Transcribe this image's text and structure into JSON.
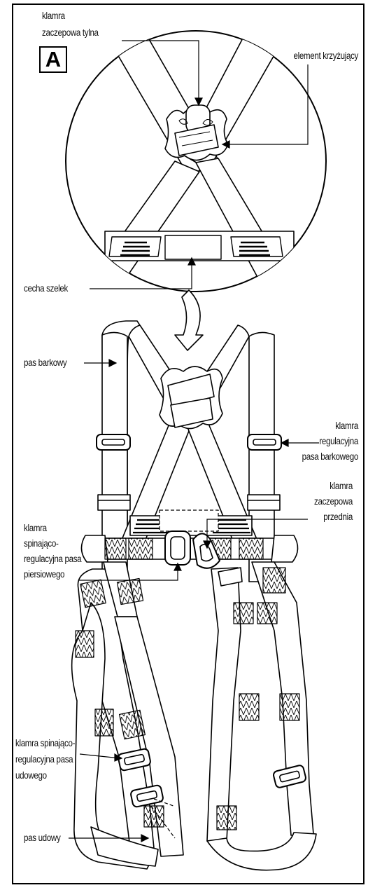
{
  "figure": {
    "badge": "A"
  },
  "labels": {
    "rear_buckle": {
      "line1": "klamra",
      "line2": "zaczepowa tylna"
    },
    "cross_element": {
      "line1": "element krzyżujący"
    },
    "harness_mark": {
      "line1": "cecha szelek"
    },
    "shoulder_strap": {
      "line1": "pas barkowy"
    },
    "shoulder_adjust_buckle": {
      "line1": "klamra",
      "line2": "regulacyjna",
      "line3": "pasa barkowego"
    },
    "front_buckle": {
      "line1": "klamra",
      "line2": "zaczepowa",
      "line3": "przednia"
    },
    "chest_buckle": {
      "line1": "klamra",
      "line2": "spinająco-",
      "line3": "regulacyjna pasa",
      "line4": "piersiowego"
    },
    "leg_buckle": {
      "line1": "klamra spinająco-",
      "line2": "regulacyjna pasa",
      "line3": "udowego"
    },
    "leg_strap": {
      "line1": "pas udowy"
    }
  }
}
